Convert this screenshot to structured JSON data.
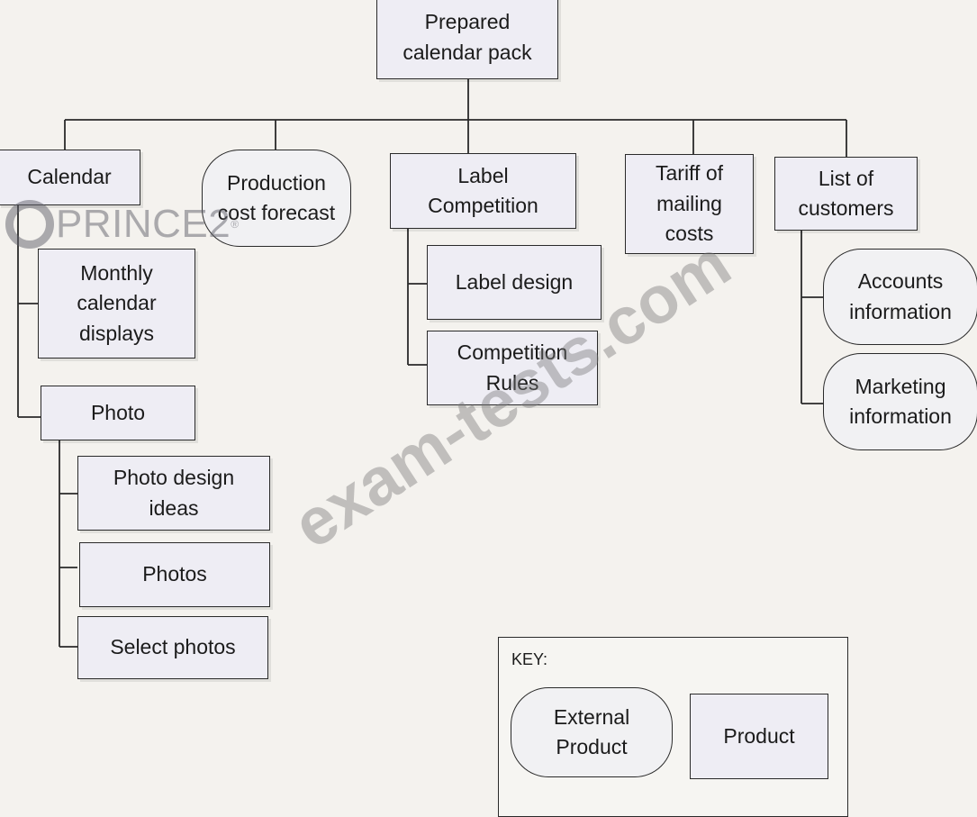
{
  "nodes": {
    "root": {
      "text": "Prepared\ncalendar pack",
      "type": "product"
    },
    "calendar": {
      "text": "Calendar",
      "type": "product"
    },
    "production_cost_forecast": {
      "text": "Production\ncost forecast",
      "type": "external"
    },
    "label_competition": {
      "text": "Label\nCompetition",
      "type": "product"
    },
    "tariff": {
      "text": "Tariff of\nmailing\ncosts",
      "type": "product"
    },
    "list_of_customers": {
      "text": "List of\ncustomers",
      "type": "product"
    },
    "monthly_calendar_displays": {
      "text": "Monthly\ncalendar\ndisplays",
      "type": "product"
    },
    "photo": {
      "text": "Photo",
      "type": "product"
    },
    "photo_design_ideas": {
      "text": "Photo design\nideas",
      "type": "product"
    },
    "photos": {
      "text": "Photos",
      "type": "product"
    },
    "select_photos": {
      "text": "Select photos",
      "type": "product"
    },
    "label_design": {
      "text": "Label design",
      "type": "product"
    },
    "competition_rules": {
      "text": "Competition\nRules",
      "type": "product"
    },
    "accounts_information": {
      "text": "Accounts\ninformation",
      "type": "external"
    },
    "marketing_information": {
      "text": "Marketing\ninformation",
      "type": "external"
    }
  },
  "edges": [
    [
      "root",
      "calendar"
    ],
    [
      "root",
      "production_cost_forecast"
    ],
    [
      "root",
      "label_competition"
    ],
    [
      "root",
      "tariff"
    ],
    [
      "root",
      "list_of_customers"
    ],
    [
      "calendar",
      "monthly_calendar_displays"
    ],
    [
      "calendar",
      "photo"
    ],
    [
      "photo",
      "photo_design_ideas"
    ],
    [
      "photo",
      "photos"
    ],
    [
      "photo",
      "select_photos"
    ],
    [
      "label_competition",
      "label_design"
    ],
    [
      "label_competition",
      "competition_rules"
    ],
    [
      "list_of_customers",
      "accounts_information"
    ],
    [
      "list_of_customers",
      "marketing_information"
    ]
  ],
  "key": {
    "title": "KEY:",
    "external_label": "External\nProduct",
    "product_label": "Product"
  },
  "watermarks": {
    "logo": "PRINCE2",
    "logo_mark": "®",
    "site": "exam-tests.com"
  },
  "colors": {
    "line": "#2a2a2a",
    "box_fill": "#eeedf4",
    "background": "#f4f2ee"
  }
}
